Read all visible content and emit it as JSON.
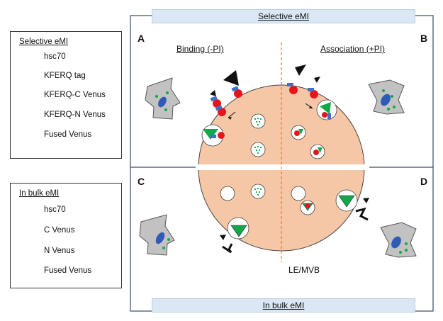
{
  "banners": {
    "top": "Selective eMI",
    "bottom": "In bulk eMI"
  },
  "panels": {
    "a": "A",
    "b": "B",
    "c": "C",
    "d": "D"
  },
  "headings": {
    "binding": "Binding (-PI)",
    "association": "Association (+PI)"
  },
  "organelle_label": "LE/MVB",
  "legend_selective": {
    "title": "Selective eMI",
    "items": [
      "hsc70",
      "KFERQ tag",
      "KFERQ-C Venus",
      "KFERQ-N Venus",
      "Fused Venus"
    ]
  },
  "legend_bulk": {
    "title": "In bulk  eMI",
    "items": [
      "hsc70",
      "C Venus",
      "N Venus",
      "Fused Venus"
    ]
  },
  "colors": {
    "hsc70": "#e8141c",
    "kferq_tag": "#3f6fc6",
    "venus": "#11a84a",
    "vesicle": "#f5c7a6",
    "banner": "#dbe7f4",
    "cell": "#c2c2c2",
    "nucleus": "#2f5bb7"
  }
}
